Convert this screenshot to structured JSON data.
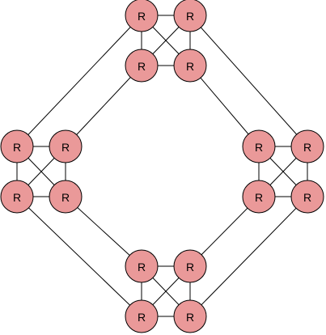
{
  "diagram": {
    "colors": {
      "node_fill": "#ea9999",
      "node_stroke": "#000000",
      "edge": "#000000"
    },
    "node_label": "R",
    "clusters": [
      {
        "id": "top",
        "nodes": [
          "top-0",
          "top-1",
          "top-2",
          "top-3"
        ]
      },
      {
        "id": "left",
        "nodes": [
          "left-0",
          "left-1",
          "left-2",
          "left-3"
        ]
      },
      {
        "id": "right",
        "nodes": [
          "right-0",
          "right-1",
          "right-2",
          "right-3"
        ]
      },
      {
        "id": "bottom",
        "nodes": [
          "bottom-0",
          "bottom-1",
          "bottom-2",
          "bottom-3"
        ]
      }
    ],
    "edges": [
      [
        "top-0",
        "left-0"
      ],
      [
        "top-1",
        "right-1"
      ],
      [
        "top-2",
        "left-1"
      ],
      [
        "top-3",
        "right-0"
      ],
      [
        "left-2",
        "bottom-2"
      ],
      [
        "left-3",
        "bottom-0"
      ],
      [
        "right-2",
        "bottom-1"
      ],
      [
        "right-3",
        "bottom-3"
      ]
    ]
  }
}
